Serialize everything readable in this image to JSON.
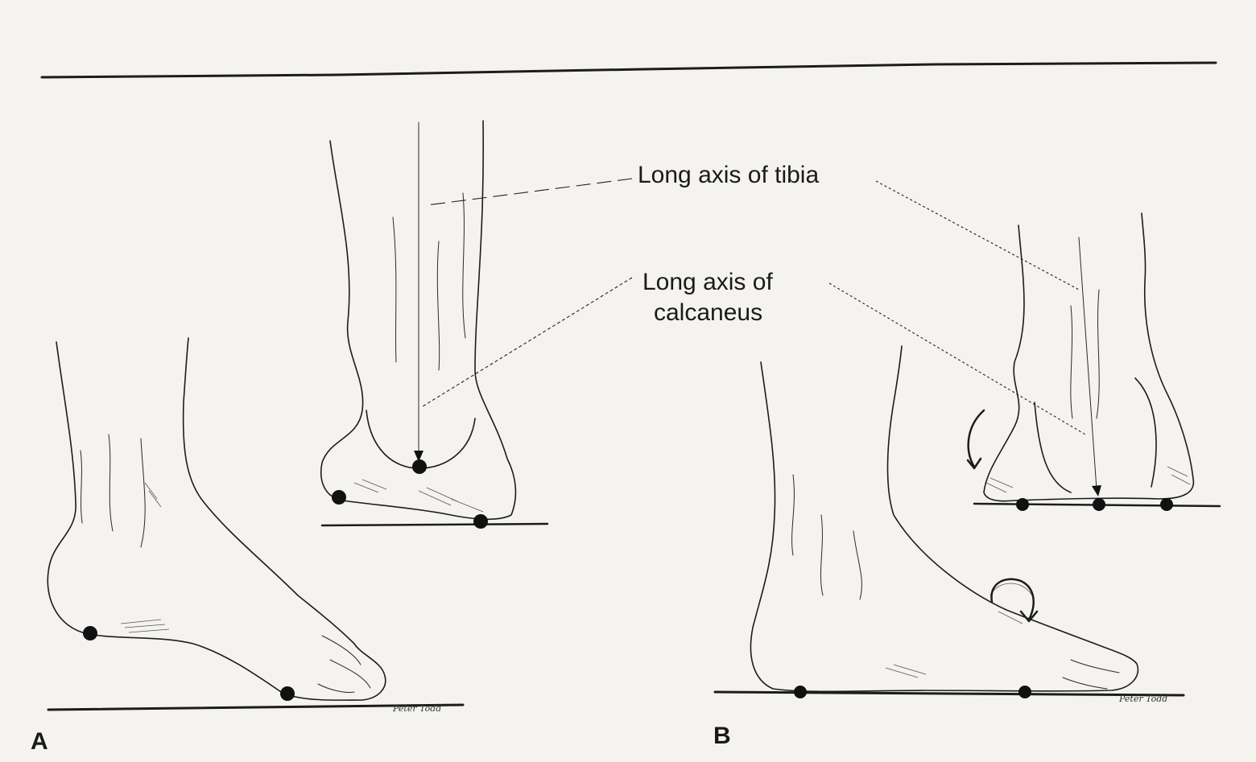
{
  "labels": {
    "tibia_axis": "Long axis of tibia",
    "calcaneus_axis_line1": "Long axis of",
    "calcaneus_axis_line2": "calcaneus"
  },
  "panels": {
    "a": "A",
    "b": "B"
  },
  "signatures": {
    "a": "Peter Todd",
    "b": "Peter Todd"
  },
  "colors": {
    "ink": "#1c1c1c",
    "paper": "#f4f3f0"
  }
}
